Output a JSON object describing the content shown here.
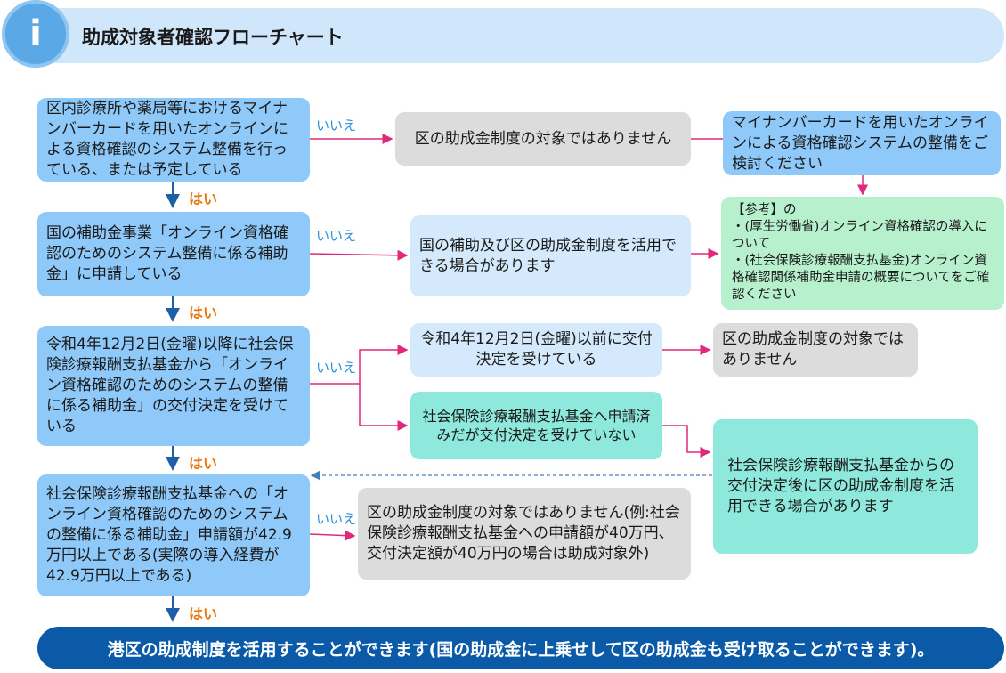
{
  "header": {
    "icon_letter": "i",
    "title": "助成対象者確認フローチャート"
  },
  "labels": {
    "yes": "はい",
    "no": "いいえ"
  },
  "questions": [
    {
      "text": "区内診療所や薬局等におけるマイナンバーカードを用いたオンラインによる資格確認のシステム整備を行っている、または予定している"
    },
    {
      "text": "国の補助金事業「オンライン資格確認のためのシステム整備に係る補助金」に申請している"
    },
    {
      "text": "令和4年12月2日(金曜)以降に社会保険診療報酬支払基金から「オンライン資格確認のためのシステムの整備に係る補助金」の交付決定を受けている"
    },
    {
      "text": "社会保険診療報酬支払基金への「オンライン資格確認のためのシステムの整備に係る補助金」申請額が42.9万円以上である(実際の導入経費が42.9万円以上である)"
    }
  ],
  "results": {
    "r1": "区の助成金制度の対象ではありません",
    "r1_advice": "マイナンバーカードを用いたオンラインによる資格確認システムの整備をご検討ください",
    "r2": "国の補助及び区の助成金制度を活用できる場合があります",
    "r2_ref": {
      "title": "【参考】の",
      "item1": "・(厚生労働省)オンライン資格確認の導入について",
      "item2": "・(社会保険診療報酬支払基金)オンライン資格確認関係補助金申請の概要についてをご確認ください"
    },
    "r3a": "令和4年12月2日(金曜)以前に交付決定を受けている",
    "r3a_result": "区の助成金制度の対象ではありません",
    "r3b": "社会保険診療報酬支払基金へ申請済みだが交付決定を受けていない",
    "r3b_result": "社会保険診療報酬支払基金からの交付決定後に区の助成金制度を活用できる場合があります",
    "r4": "区の助成金制度の対象ではありません(例:社会保険診療報酬支払基金への申請額が40万円、交付決定額が40万円の場合は助成対象外)"
  },
  "final": "港区の助成制度を活用することができます(国の助成金に上乗せして区の助成金も受け取ることができます)。",
  "colors": {
    "question_box": "#8ec9f9",
    "info_box": "#d4e9fb",
    "negative_box": "#dcdcdc",
    "reference_box": "#b7f0cd",
    "pending_box": "#8ee9dc",
    "final_bar": "#0a5aa8",
    "yes_label": "#e8760a",
    "no_label": "#2e8fd8",
    "no_arrow": "#e0287c",
    "yes_arrow": "#1f5fa8"
  }
}
